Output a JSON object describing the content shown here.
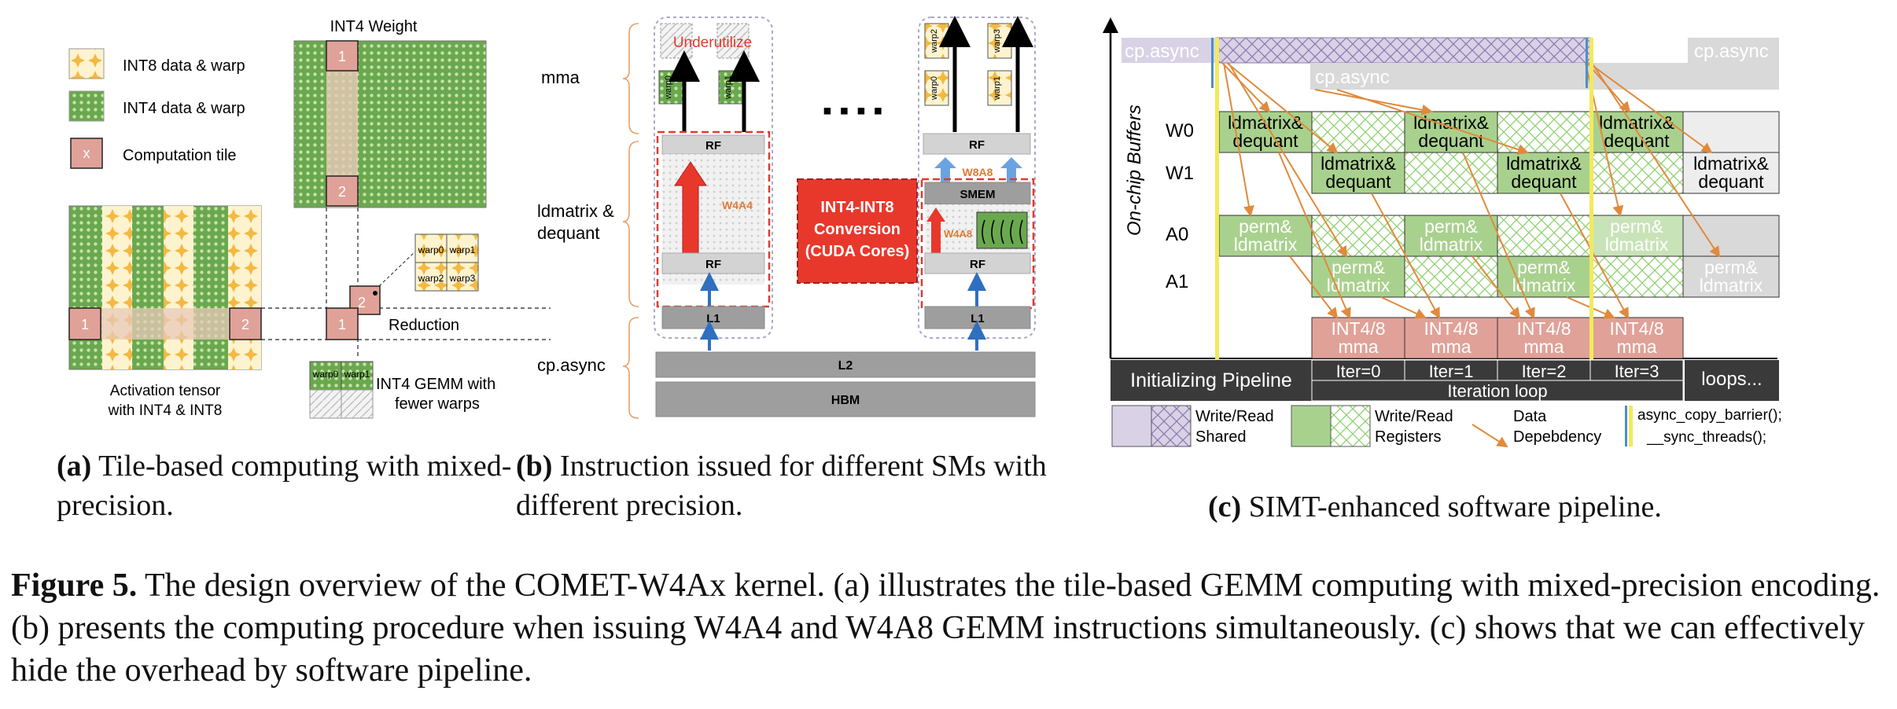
{
  "panel_a": {
    "legend": [
      "INT8 data & warp",
      "INT4 data & warp",
      "Computation tile"
    ],
    "legend_tile_mark": "x",
    "weight_title": "INT4 Weight",
    "weight_tile_labels": [
      "1",
      "2"
    ],
    "activation_tile_labels": [
      "1",
      "2"
    ],
    "compute_tile_labels": [
      "1",
      "2"
    ],
    "warps_int8": [
      "warp0",
      "warp1",
      "warp2",
      "warp3"
    ],
    "reduction": "Reduction",
    "warps_int4": [
      "warp0",
      "warp1"
    ],
    "int4_gemm": [
      "INT4 GEMM with",
      "fewer warps"
    ],
    "activation_caption": [
      "Activation tensor",
      "with INT4 & INT8"
    ]
  },
  "panel_b": {
    "stage_labels": {
      "mma": "mma",
      "ldmatrix": [
        "ldmatrix &",
        "dequant"
      ],
      "cpasync": "cp.async"
    },
    "underutilize": "Underutilize",
    "warps_left": [
      "warp0",
      "warp1"
    ],
    "warps_right_top": [
      "warp2",
      "warp3"
    ],
    "warps_right_bottom": [
      "warp0",
      "warp1"
    ],
    "rf": "RF",
    "w4a4": "W4A4",
    "w4a8": "W4A8",
    "w8a8": "W8A8",
    "smem": "SMEM",
    "l1": "L1",
    "l2": "L2",
    "hbm": "HBM",
    "conversion": [
      "INT4-INT8",
      "Conversion",
      "(CUDA Cores)"
    ],
    "dots": "▪ ▪ ▪ ▪"
  },
  "panel_c": {
    "yaxis": "On-chip Buffers",
    "cpasync": "cp.async",
    "rows": [
      "W0",
      "W1",
      "A0",
      "A1"
    ],
    "ldmatrix_dequant": [
      "ldmatrix&",
      "dequant"
    ],
    "perm_ldmatrix": [
      "perm&",
      "ldmatrix"
    ],
    "mma": [
      "INT4/8",
      "mma"
    ],
    "iters": [
      "Iter=0",
      "Iter=1",
      "Iter=2",
      "Iter=3"
    ],
    "initializing": "Initializing Pipeline",
    "iteration_loop": "Iteration loop",
    "loops": "loops...",
    "legend_shared": [
      "Write/Read",
      "Shared"
    ],
    "legend_registers": [
      "Write/Read",
      "Registers"
    ],
    "legend_dep": [
      "Data",
      "Depebdency"
    ],
    "legend_sync": [
      "async_copy_barrier();",
      "__sync_threads();"
    ],
    "colors": {
      "purple": "#d9d2e6",
      "green": "#a9d18e",
      "red": "#e0a198",
      "dark": "#3a3a3a",
      "gray": "#d9d9d9",
      "arrow": "#e08a3c"
    }
  },
  "subcaptions": {
    "a": {
      "label": "(a)",
      "text": "Tile-based computing with mixed-precision."
    },
    "b": {
      "label": "(b)",
      "text": "Instruction issued for different SMs with different precision."
    },
    "c": {
      "label": "(c)",
      "text": "SIMT-enhanced software pipeline."
    }
  },
  "figure_caption": {
    "label": "Figure 5.",
    "text": "The design overview of the COMET-W4Ax kernel. (a) illustrates the tile-based GEMM computing with mixed-precision encoding. (b) presents the computing procedure when issuing W4A4 and W4A8 GEMM instructions simultaneously. (c) shows that we can effectively hide the overhead by software pipeline."
  }
}
